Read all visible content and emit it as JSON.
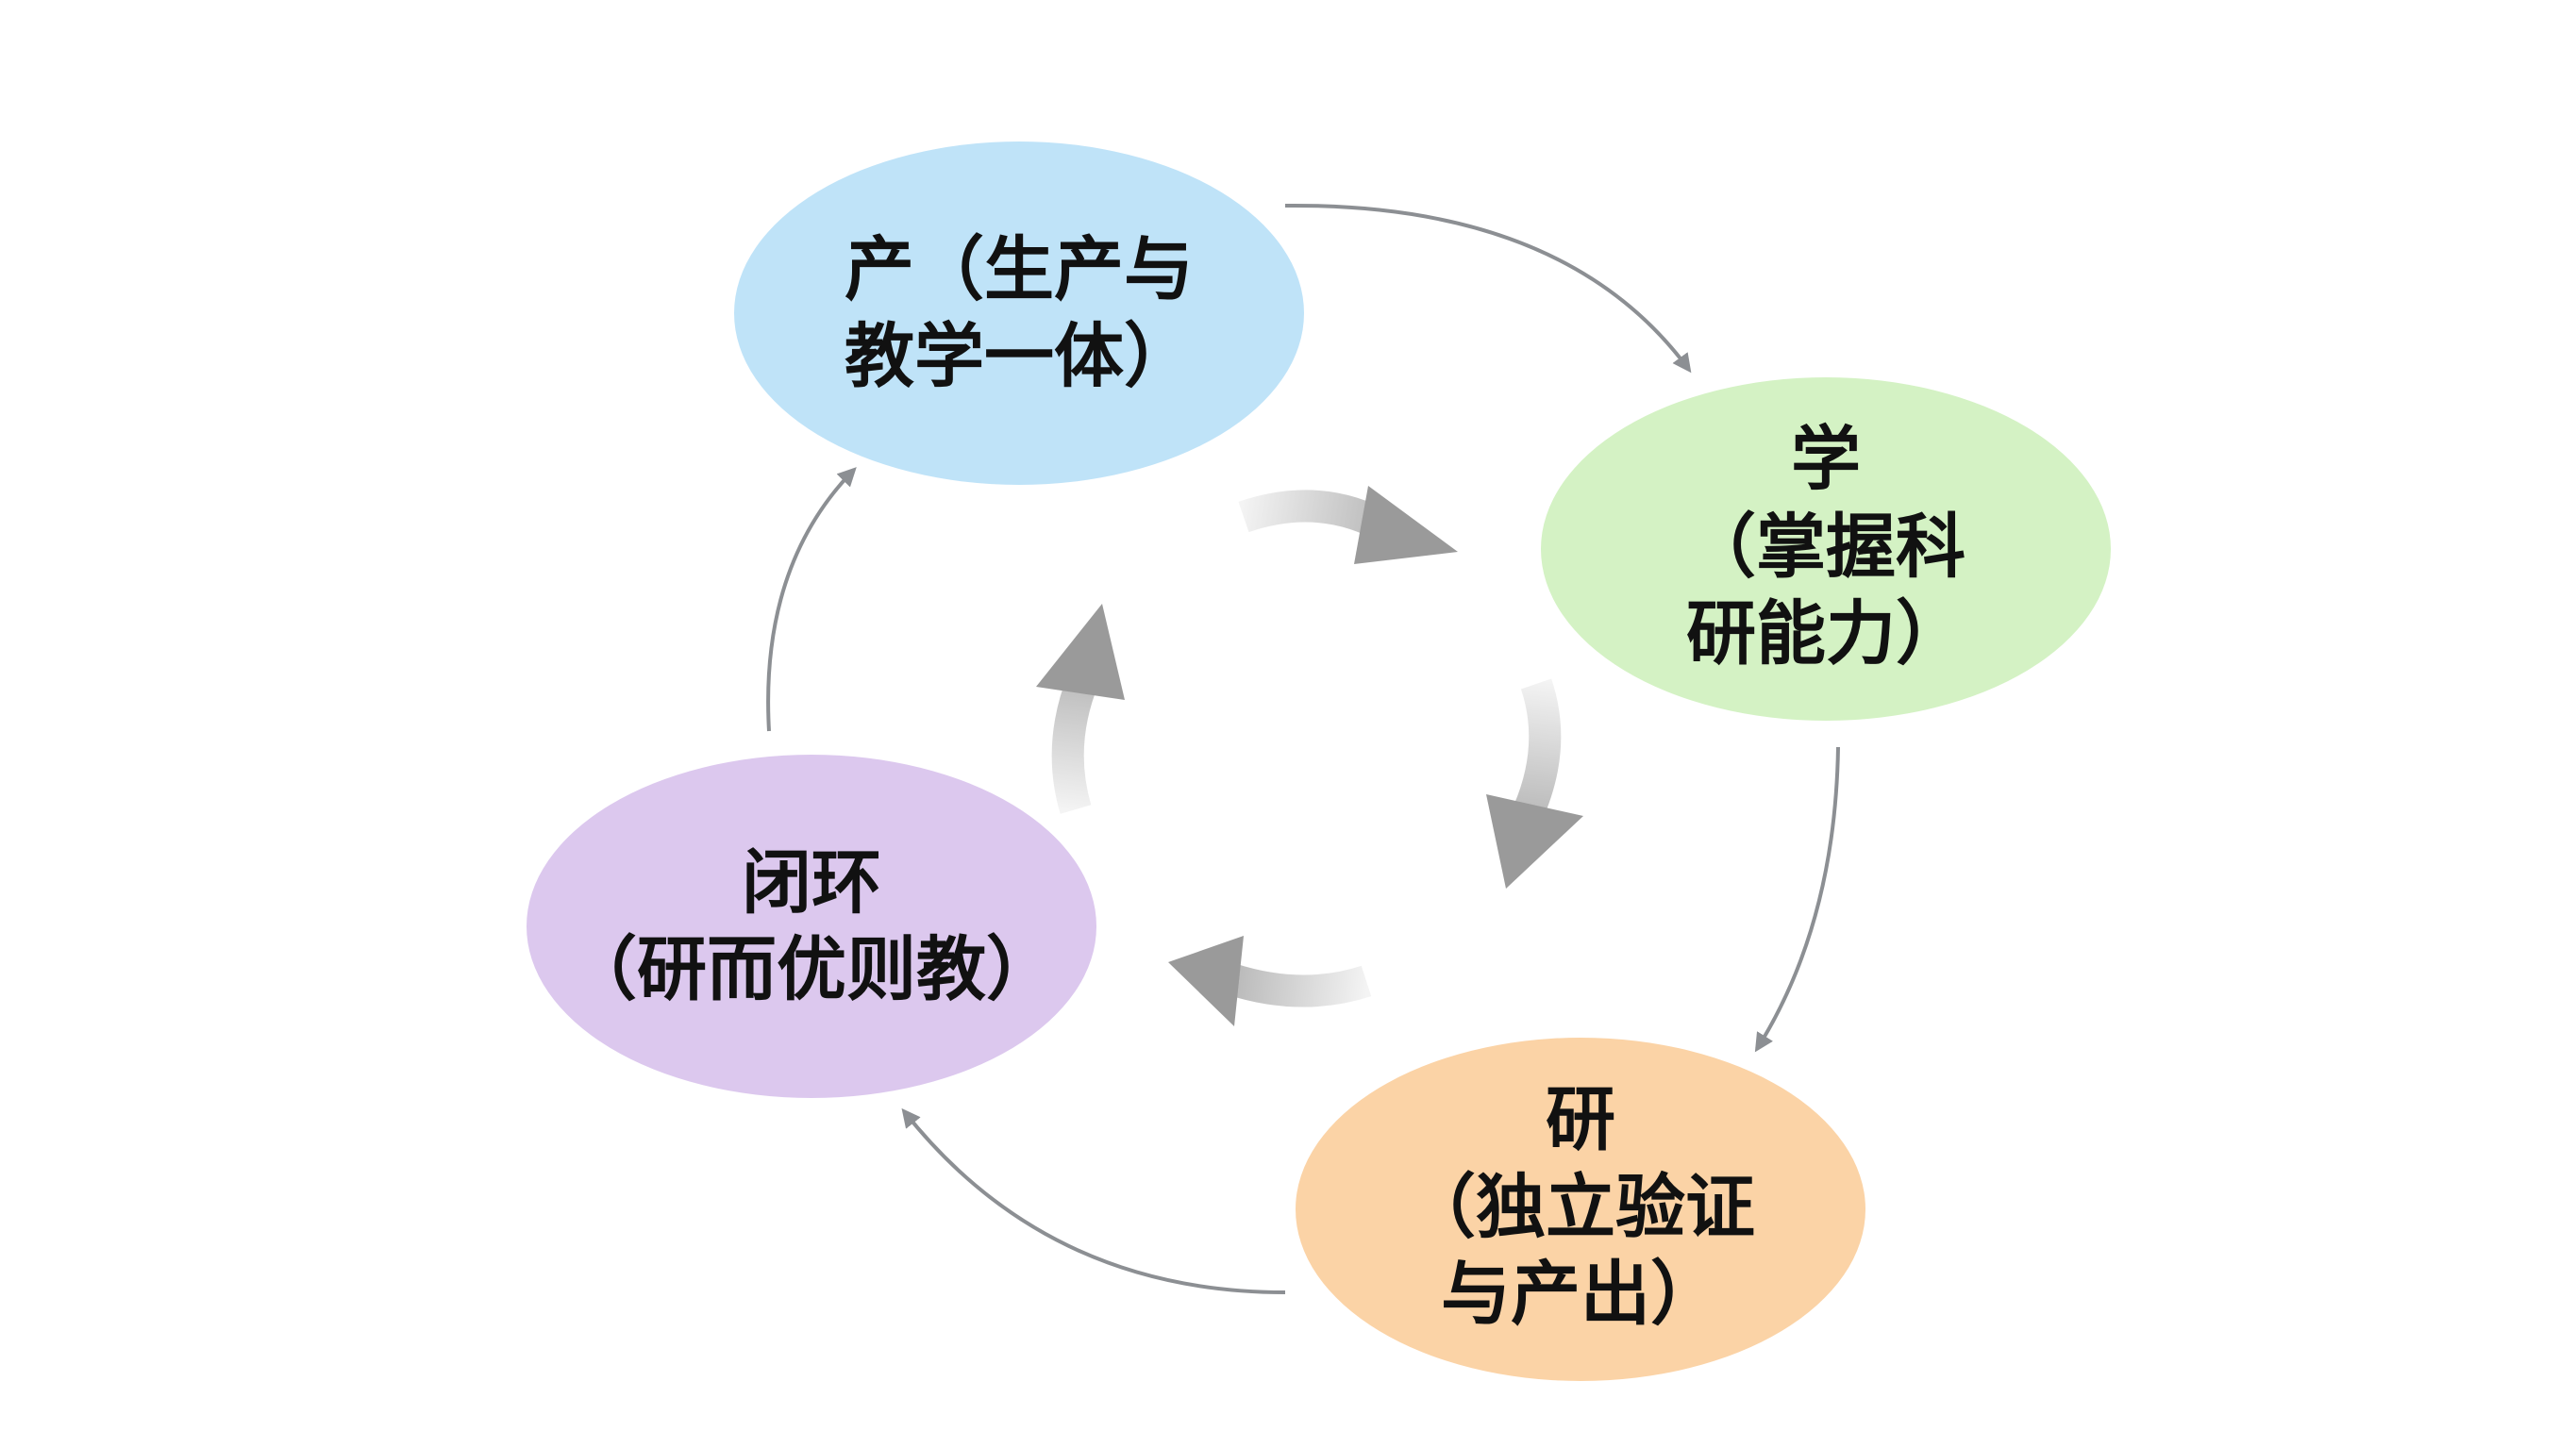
{
  "nodes": [
    {
      "id": "chan",
      "lines": [
        "产（生产与",
        "教学一体）"
      ],
      "color": "#bfe3f8"
    },
    {
      "id": "xue",
      "lines": [
        "学",
        "（掌握科",
        "研能力）"
      ],
      "color": "#d4f2c4"
    },
    {
      "id": "yan",
      "lines": [
        "研",
        "（独立验证",
        "与产出）"
      ],
      "color": "#fbd3a6"
    },
    {
      "id": "bihuan",
      "lines": [
        "闭环",
        "（研而优则教）"
      ],
      "color": "#dcc8ee"
    }
  ],
  "colors": {
    "outer_arrow": "#8c8f93",
    "inner_arrow_start": "#f2f2f2",
    "inner_arrow_end": "#9a9a9a",
    "text": "#111111"
  }
}
